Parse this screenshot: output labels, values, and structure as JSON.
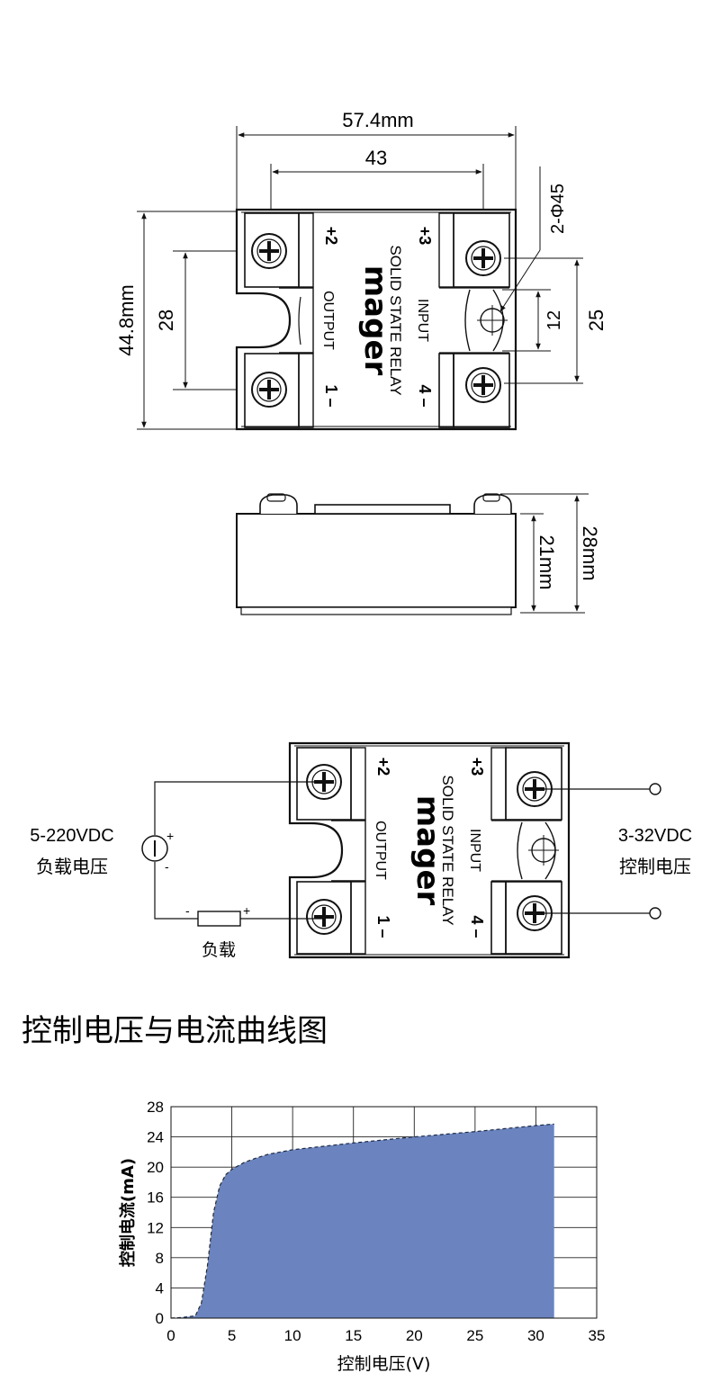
{
  "top_view": {
    "width_total": "57.4mm",
    "hole_spacing": "43",
    "height_total": "44.8mm",
    "left_spacing": "28",
    "hole_label": "2-Φ45",
    "hole_offset": "12",
    "right_spacing": "25",
    "relay": {
      "brand": "mager",
      "name": "SOLID STATE RELAY",
      "output_label": "OUTPUT",
      "input_label": "INPUT",
      "term_2": "+2",
      "term_3": "+3",
      "term_1": "1 –",
      "term_4": "4 –"
    }
  },
  "side_view": {
    "height_total": "28mm",
    "height_body": "21mm"
  },
  "wiring": {
    "load_voltage": "5-220VDC",
    "load_voltage_cn": "负载电压",
    "control_voltage": "3-32VDC",
    "control_voltage_cn": "控制电压",
    "load_label": "负载",
    "plus": "+",
    "minus": "-",
    "relay": {
      "brand": "mager",
      "name": "SOLID STATE RELAY",
      "output_label": "OUTPUT",
      "input_label": "INPUT",
      "term_2": "+2",
      "term_3": "+3",
      "term_1": "1 –",
      "term_4": "4 –"
    }
  },
  "section_title": "控制电压与电流曲线图",
  "chart_data": {
    "type": "area",
    "title": "",
    "xlabel": "控制电压(V)",
    "ylabel": "控制电流(mA)",
    "xlim": [
      0,
      35
    ],
    "ylim": [
      0,
      28
    ],
    "xticks": [
      0,
      5,
      10,
      15,
      20,
      25,
      30,
      35
    ],
    "yticks": [
      0,
      4,
      8,
      12,
      16,
      20,
      24,
      28
    ],
    "grid": true,
    "fill_color": "#6b84bf",
    "series": [
      {
        "x": [
          0,
          1,
          2,
          2.5,
          3,
          3.5,
          4,
          4.5,
          5,
          6,
          7,
          8,
          10,
          15,
          20,
          25,
          30,
          31.5
        ],
        "values": [
          0,
          0.1,
          0.3,
          2,
          7,
          14,
          17.5,
          19,
          19.7,
          20.6,
          21.2,
          21.7,
          22.3,
          23.2,
          24,
          24.7,
          25.5,
          25.7
        ]
      }
    ]
  }
}
